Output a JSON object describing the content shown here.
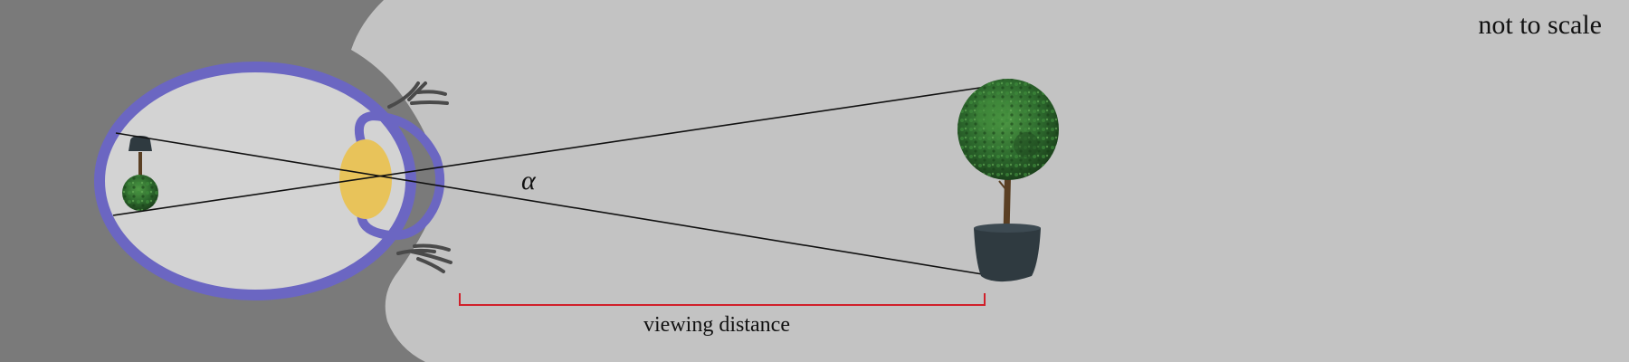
{
  "note": "not to scale",
  "angle_symbol": "α",
  "distance_label": "viewing distance",
  "colors": {
    "background": "#c3c3c3",
    "head": "#7a7a7a",
    "eye_fill": "#d3d3d3",
    "eye_outline": "#6b66c2",
    "lens": "#e8c35a",
    "ray": "#111111",
    "measure": "#d0202a",
    "foliage": "#2e6b2e",
    "trunk": "#5a3f23",
    "pot": "#2f3a40"
  },
  "icons": {
    "eye": "eye-icon",
    "plant": "potted-tree-icon",
    "retinal_image": "inverted-tree-image-icon",
    "eyelash": "eyelash-icon"
  }
}
